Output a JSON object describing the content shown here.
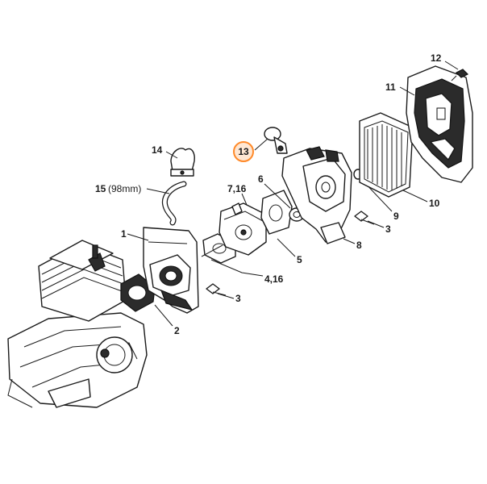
{
  "highlight_color": "#ff8a2a",
  "callouts": {
    "c1": "1",
    "c2": "2",
    "c3a": "3",
    "c3b": "3",
    "c4_16": "4,16",
    "c5": "5",
    "c6": "6",
    "c7_16": "7,16",
    "c8": "8",
    "c9": "9",
    "c10": "10",
    "c11": "11",
    "c12": "12",
    "c13": "13",
    "c14": "14",
    "c15": "15",
    "c15_note": "(98mm)"
  }
}
